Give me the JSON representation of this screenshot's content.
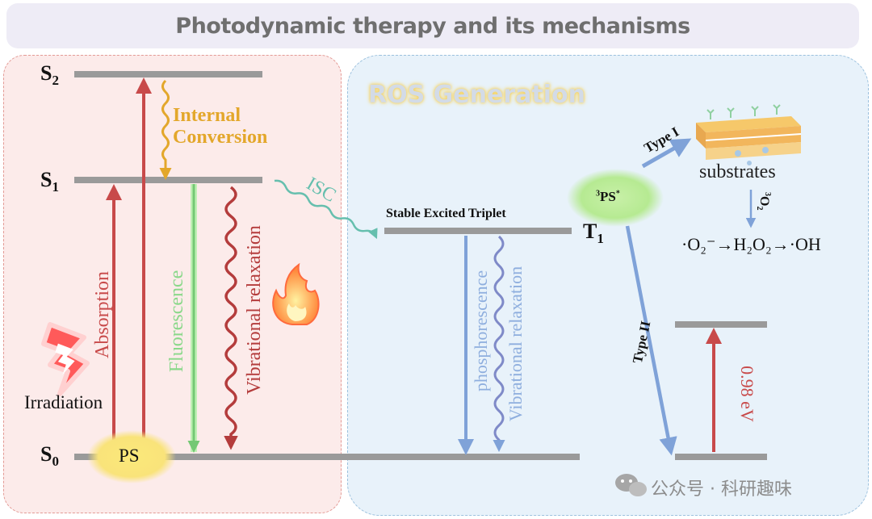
{
  "title": "Photodynamic therapy and its mechanisms",
  "levels": {
    "s2": "S",
    "s2_sub": "2",
    "s1": "S",
    "s1_sub": "1",
    "s0": "S",
    "s0_sub": "0",
    "t1": "T",
    "t1_sub": "1"
  },
  "left": {
    "internal_conversion_1": "Internal",
    "internal_conversion_2": "Conversion",
    "absorption": "Absorption",
    "fluorescence": "Fluorescence",
    "vibrational_relaxation": "Vibrational relaxation",
    "irradiation": "Irradiation",
    "ps": "PS",
    "isc": "ISC"
  },
  "right": {
    "heading": "ROS Generation",
    "stable_excited_triplet": "Stable Excited Triplet",
    "phosphorescence": "phosphorescence",
    "vibrational_relaxation": "Vibrational relaxation",
    "triplet_ps_sup1": "3",
    "triplet_ps": "PS",
    "triplet_ps_sup2": "*",
    "type1": "Type I",
    "type2": "Type II",
    "substrates": "substrates",
    "o2_label_sup": "3",
    "o2_label": "O",
    "o2_label_sub": "2",
    "ros_chain": "·O₂⁻→H₂O₂→·OH",
    "energy_gap": "0.98 eV"
  },
  "watermark": {
    "text": "公众号 · 科研趣味"
  },
  "colors": {
    "absorption": "#c84a4a",
    "fluorescence": "#8ad88a",
    "vibrational": "#b43c3c",
    "internal_conversion": "#e3a72b",
    "isc": "#66bfae",
    "phosphorescence": "#7fa2d8",
    "type_arrows": "#7fa2d8",
    "ros_heading": "#f0c85a",
    "levels": "#9a9a9a"
  }
}
